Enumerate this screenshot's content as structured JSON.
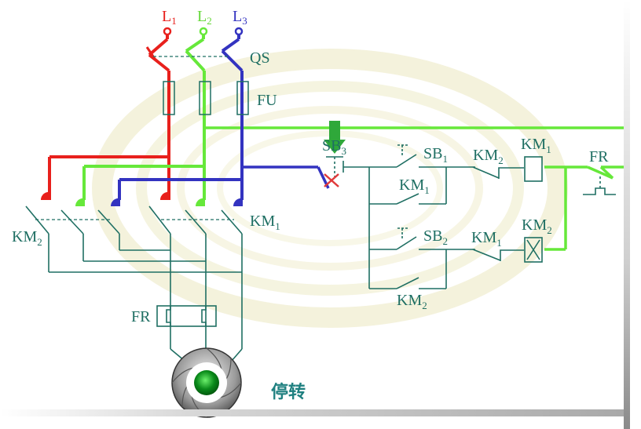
{
  "diagram": {
    "title": "Motor forward/reverse control circuit",
    "status_text": "停转",
    "colors": {
      "phase_L1": "#e8201c",
      "phase_L2": "#66e83a",
      "phase_L3": "#3333c0",
      "wire": "#1f6f63",
      "background_swirl": "#f4f2dc",
      "pointer_arrow": "#2fa83a",
      "motor_indicator": "#0a8a1a"
    },
    "labels": {
      "L1": {
        "main": "L",
        "sub": "1"
      },
      "L2": {
        "main": "L",
        "sub": "2"
      },
      "L3": {
        "main": "L",
        "sub": "3"
      },
      "QS": "QS",
      "FU": "FU",
      "KM1_main": {
        "main": "KM",
        "sub": "1"
      },
      "KM2_main": {
        "main": "KM",
        "sub": "2"
      },
      "FR_main": "FR",
      "SB3": {
        "main": "SB",
        "sub": "3"
      },
      "SB1": {
        "main": "SB",
        "sub": "1"
      },
      "SB2": {
        "main": "SB",
        "sub": "2"
      },
      "KM1_hold": {
        "main": "KM",
        "sub": "1"
      },
      "KM2_hold": {
        "main": "KM",
        "sub": "2"
      },
      "KM2_interlock": {
        "main": "KM",
        "sub": "2"
      },
      "KM1_interlock": {
        "main": "KM",
        "sub": "1"
      },
      "KM1_coil": {
        "main": "KM",
        "sub": "1"
      },
      "KM2_coil": {
        "main": "KM",
        "sub": "2"
      },
      "FR_contact": "FR"
    },
    "state": {
      "motor": "stopped",
      "SB3_pressed": true
    }
  }
}
